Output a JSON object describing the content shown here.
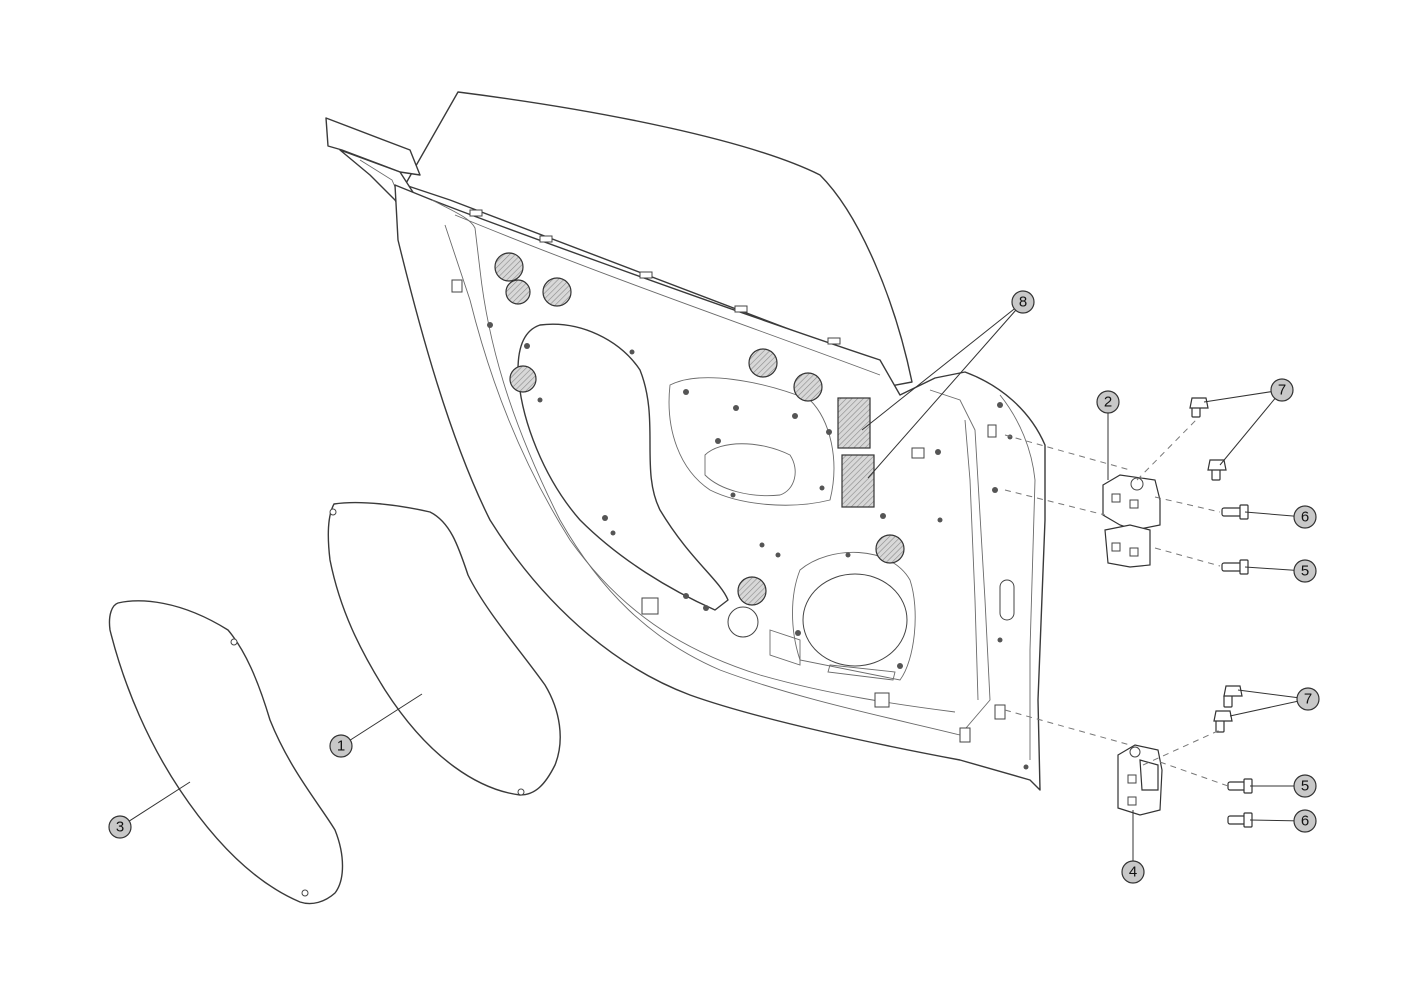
{
  "callouts": [
    {
      "id": "callout-1",
      "label": "1"
    },
    {
      "id": "callout-2",
      "label": "2"
    },
    {
      "id": "callout-3",
      "label": "3"
    },
    {
      "id": "callout-4",
      "label": "4"
    },
    {
      "id": "callout-5a",
      "label": "5"
    },
    {
      "id": "callout-5b",
      "label": "5"
    },
    {
      "id": "callout-6a",
      "label": "6"
    },
    {
      "id": "callout-6b",
      "label": "6"
    },
    {
      "id": "callout-7a",
      "label": "7"
    },
    {
      "id": "callout-7b",
      "label": "7"
    },
    {
      "id": "callout-8",
      "label": "8"
    }
  ]
}
